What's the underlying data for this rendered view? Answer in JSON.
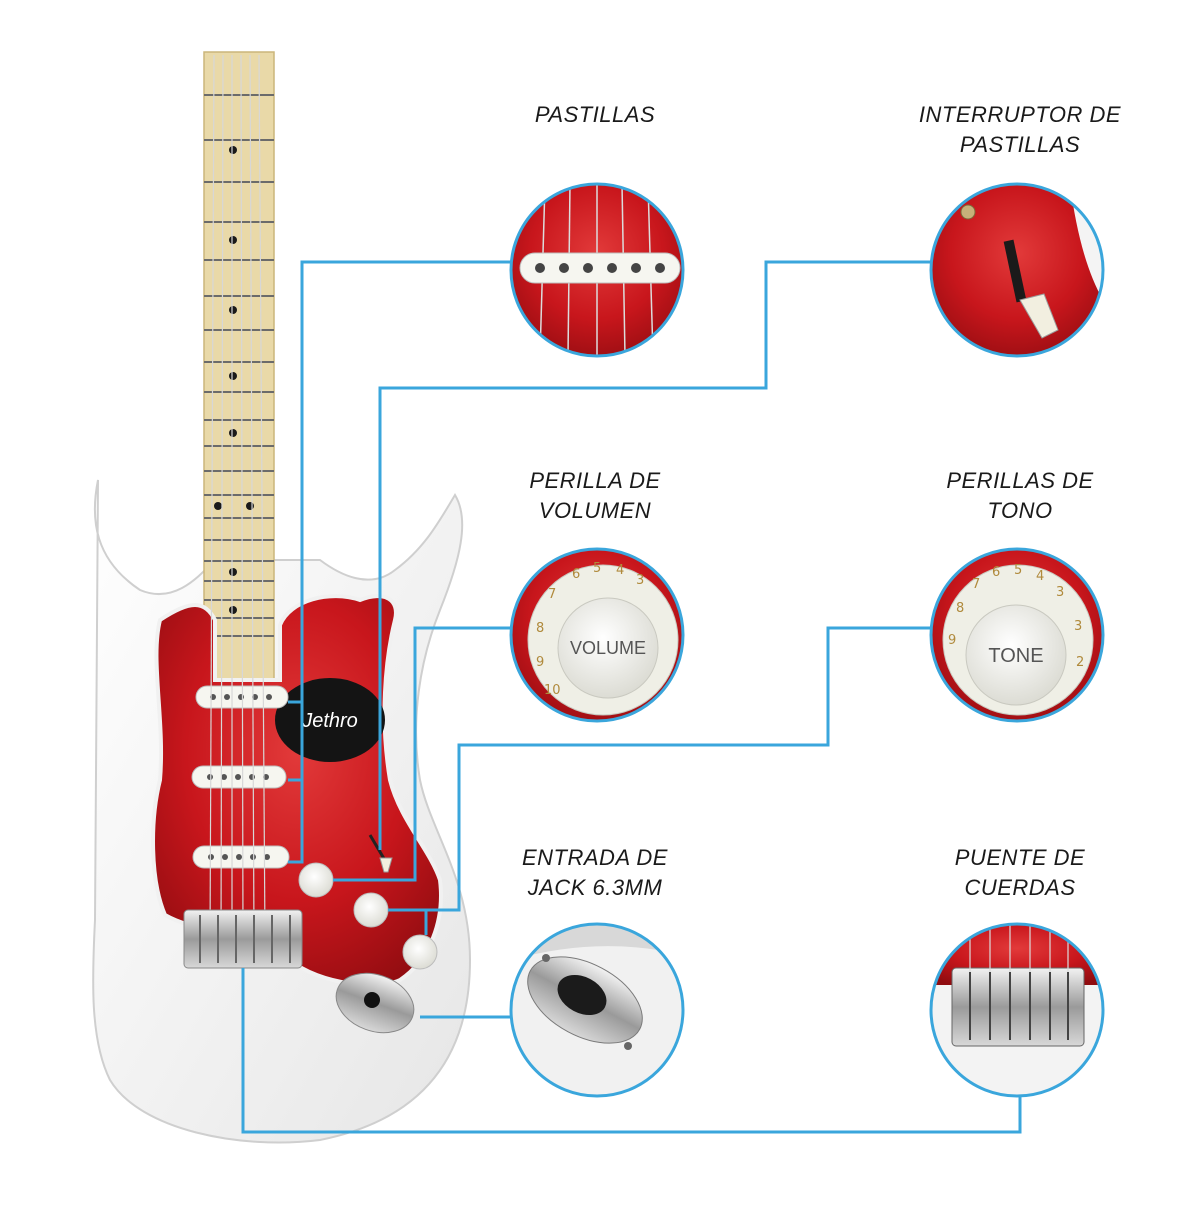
{
  "callouts": {
    "pickups": {
      "line1": "PASTILLAS",
      "line2": ""
    },
    "pickup_switch": {
      "line1": "INTERRUPTOR DE",
      "line2": "PASTILLAS"
    },
    "volume_knob": {
      "line1": "PERILLA DE",
      "line2": "VOLUMEN"
    },
    "tone_knobs": {
      "line1": "PERILLAS DE",
      "line2": "TONO"
    },
    "jack_input": {
      "line1": "ENTRADA DE",
      "line2": "JACK 6.3MM"
    },
    "bridge": {
      "line1": "PUENTE DE",
      "line2": "CUERDAS"
    }
  },
  "knob_labels": {
    "volume": "VOLUME",
    "tone": "TONE"
  },
  "logo_text": "Jethro",
  "colors": {
    "connector_line": "#3aa6dc",
    "pickguard_red": "#c8161c",
    "body_white": "#f4f4f4",
    "maple": "#e9d9a8"
  }
}
